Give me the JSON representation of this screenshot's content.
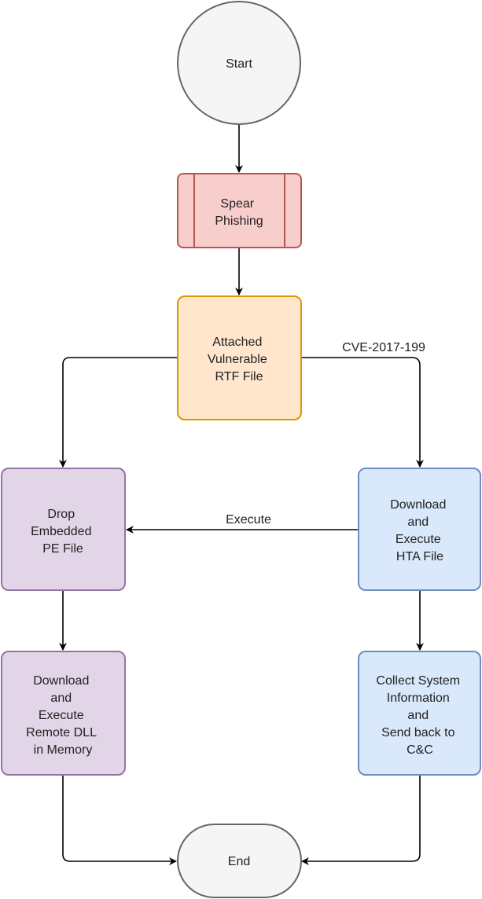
{
  "nodes": {
    "start": {
      "label": "Start",
      "fill": "#f5f5f5",
      "stroke": "#666666"
    },
    "spear_phishing": {
      "lines": [
        "Spear",
        "Phishing"
      ],
      "fill": "#f8cecc",
      "stroke": "#b85450"
    },
    "rtf_file": {
      "lines": [
        "Attached",
        "Vulnerable",
        "RTF File"
      ],
      "fill": "#ffe6cc",
      "stroke": "#d79b00"
    },
    "drop_pe": {
      "lines": [
        "Drop",
        "Embedded",
        "PE File"
      ],
      "fill": "#e1d5e7",
      "stroke": "#9673a6"
    },
    "download_hta": {
      "lines": [
        "Download",
        "and",
        "Execute",
        "HTA File"
      ],
      "fill": "#dae8fc",
      "stroke": "#6c8ebf"
    },
    "remote_dll": {
      "lines": [
        "Download",
        "and",
        "Execute",
        "Remote DLL",
        "in Memory"
      ],
      "fill": "#e1d5e7",
      "stroke": "#9673a6"
    },
    "collect_info": {
      "lines": [
        "Collect System",
        "Information",
        "and",
        "Send back to",
        "C&C"
      ],
      "fill": "#dae8fc",
      "stroke": "#6c8ebf"
    },
    "end": {
      "label": "End",
      "fill": "#f5f5f5",
      "stroke": "#666666"
    }
  },
  "edges": {
    "cve_label": "CVE-2017-199",
    "execute_label": "Execute"
  }
}
